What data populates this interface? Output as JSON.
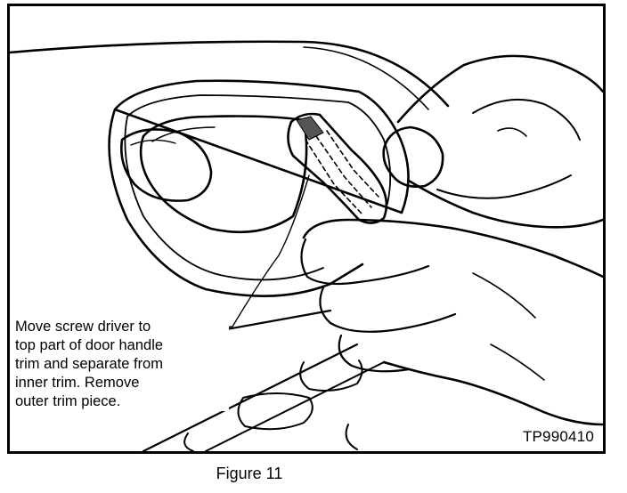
{
  "figure": {
    "callout": "Move screw driver to\ntop part of door handle\ntrim and separate from\ninner trim.  Remove\nouter trim piece.",
    "code": "TP990410",
    "caption": "Figure 11"
  }
}
